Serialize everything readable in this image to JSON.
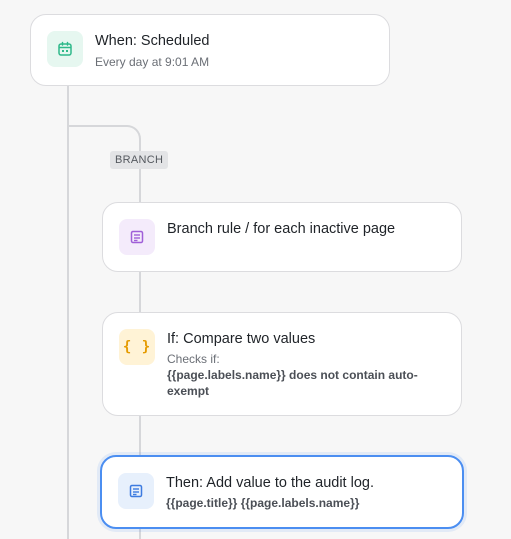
{
  "colors": {
    "calendar_icon_bg": "#e6f7f0",
    "calendar_icon_fg": "#2fb98a",
    "branch_icon_bg": "#f4ebfb",
    "branch_icon_fg": "#a05fd8",
    "condition_icon_bg": "#fff3d6",
    "condition_icon_fg": "#e59b00",
    "action_icon_bg": "#e7f0fc",
    "action_icon_fg": "#3d7be0",
    "selected_border": "#4b8ef1"
  },
  "trigger": {
    "icon": "calendar-icon",
    "title": "When: Scheduled",
    "subtitle": "Every day at 9:01 AM"
  },
  "branch_badge": "BRANCH",
  "branch_rule": {
    "icon": "document-icon",
    "title": "Branch rule / for each inactive page"
  },
  "condition": {
    "icon": "curly-braces-icon",
    "title": "If: Compare two values",
    "caption": "Checks if:",
    "detail_line1": "{{page.labels.name}} does not contain auto-",
    "detail_line2": "exempt"
  },
  "action": {
    "icon": "document-icon",
    "title": "Then: Add value to the audit log.",
    "detail": "{{page.title}} {{page.labels.name}}"
  }
}
